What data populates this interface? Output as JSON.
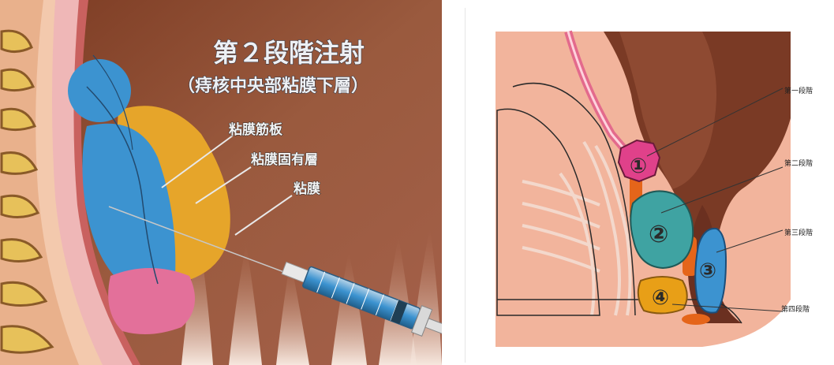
{
  "left": {
    "title": "第２段階注射",
    "subtitle": "（痔核中央部粘膜下層）",
    "labels": [
      "粘膜筋板",
      "粘膜固有層",
      "粘膜"
    ]
  },
  "right": {
    "markers": [
      "①",
      "②",
      "③",
      "④"
    ],
    "stage_labels": [
      "第一段階",
      "第二段階",
      "第三段階",
      "第四段階"
    ]
  },
  "colors": {
    "blue": "#3c93d0",
    "yellow": "#e6a52a",
    "pink": "#e3709a",
    "magenta": "#e0418a",
    "teal": "#3fa3a2",
    "orange": "#e58a17",
    "rectum": "#7a3a25"
  }
}
